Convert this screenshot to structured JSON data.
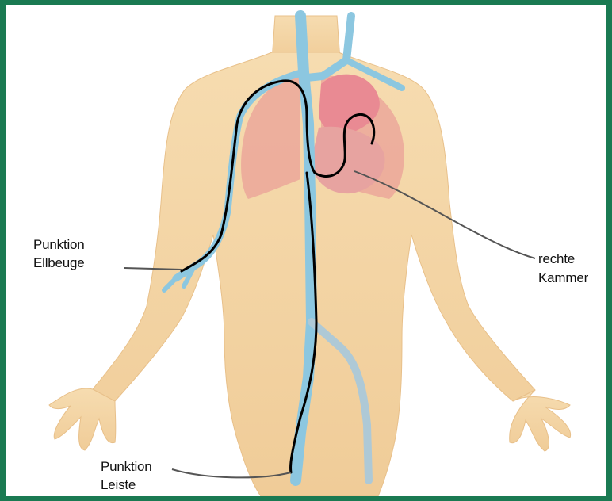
{
  "labels": {
    "elbow_puncture": {
      "line1": "Punktion",
      "line2": "Ellbeuge"
    },
    "right_ventricle": {
      "line1": "rechte",
      "line2": "Kammer"
    },
    "groin_puncture": {
      "line1": "Punktion",
      "line2": "Leiste"
    }
  },
  "colors": {
    "frame": "#1a7a52",
    "skin": "#f3d2a0",
    "lung": "#eba79a",
    "heart": "#e98a93",
    "vein": "#8cc7e0",
    "catheter": "#000000",
    "leader_line": "#555555"
  }
}
